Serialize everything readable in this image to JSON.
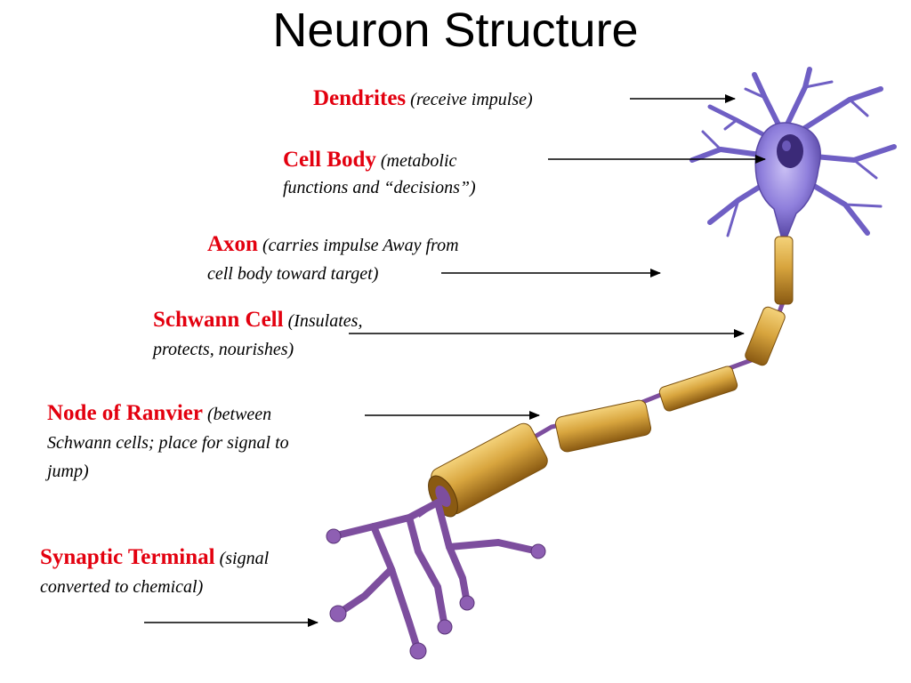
{
  "title": "Neuron Structure",
  "labels": {
    "dendrites": {
      "term": "Dendrites",
      "desc": " (receive impulse)"
    },
    "cell_body": {
      "term": "Cell Body",
      "desc_line1": " (metabolic",
      "desc_line2": "functions and “decisions”)"
    },
    "axon": {
      "term": "Axon",
      "desc_line1": " (carries impulse Away from",
      "desc_line2": "cell body toward target)"
    },
    "schwann": {
      "term": "Schwann Cell",
      "desc_line1": " (Insulates,",
      "desc_line2": "protects, nourishes)"
    },
    "node": {
      "term": "Node of Ranvier",
      "desc_line1": " (between",
      "desc_line2": "Schwann cells; place for signal to",
      "desc_line3": "jump)"
    },
    "synaptic": {
      "term": "Synaptic Terminal",
      "desc_line1": " (signal",
      "desc_line2": "converted to chemical)"
    }
  },
  "colors": {
    "term": "#e3000f",
    "cell": "#8a7ad6",
    "nucleus": "#3b2a78",
    "myelin": "#d4a23a",
    "terminal": "#7d4e9e"
  }
}
